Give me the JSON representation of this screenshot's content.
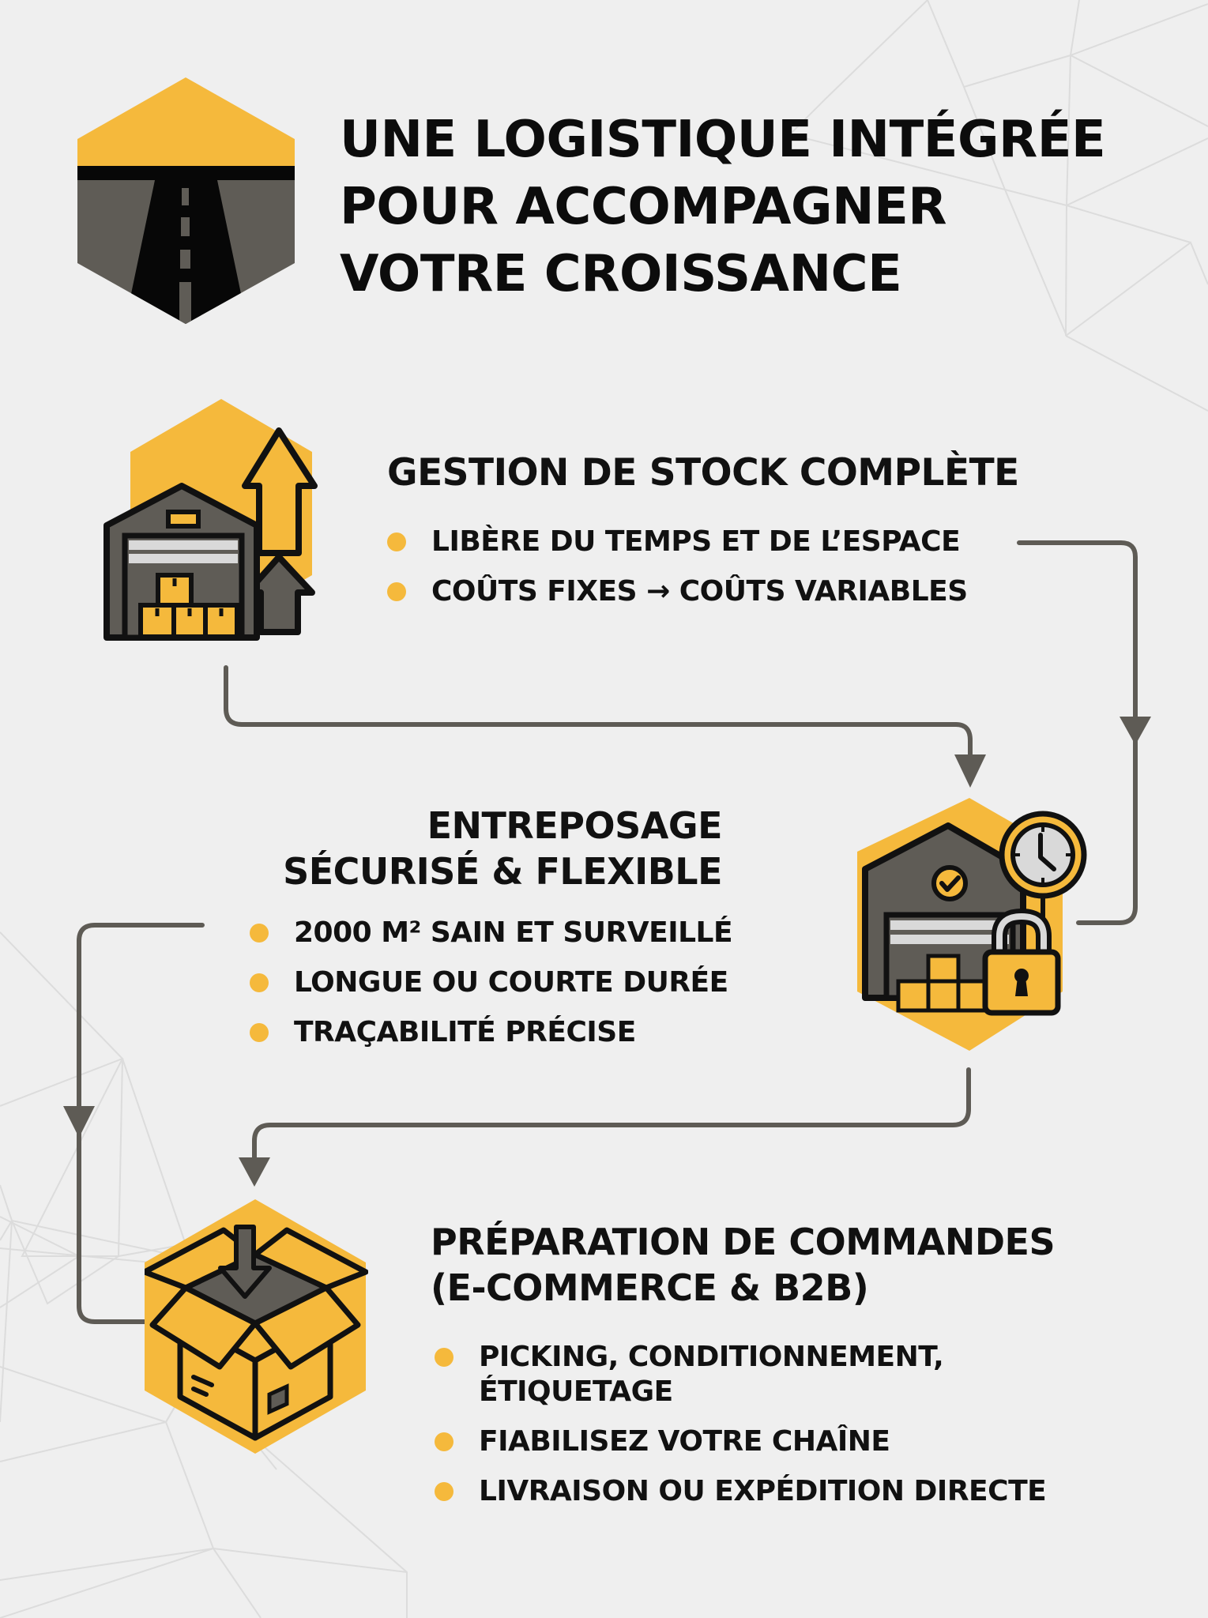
{
  "colors": {
    "background": "#efefef",
    "accent_yellow": "#f5b93c",
    "dark_gray": "#5f5c56",
    "black": "#111111",
    "connector_gray": "#5e5b55",
    "light_gray": "#d9d9d9",
    "bg_lines": "#dadada"
  },
  "header": {
    "logo_icon": "road-hexagon-icon",
    "title_lines": [
      "UNE LOGISTIQUE INTÉGRÉE",
      "POUR ACCOMPAGNER",
      "VOTRE CROISSANCE"
    ]
  },
  "sections": [
    {
      "icon": "warehouse-growth-arrows-icon",
      "heading_lines": [
        "GESTION DE STOCK COMPLÈTE"
      ],
      "bullets": [
        {
          "text": "LIBÈRE DU TEMPS ET DE L’ESPACE"
        },
        {
          "text": "COÛTS FIXES → COÛTS VARIABLES"
        }
      ]
    },
    {
      "icon": "secure-warehouse-clock-lock-icon",
      "heading_lines": [
        "ENTREPOSAGE",
        "SÉCURISÉ & FLEXIBLE"
      ],
      "bullets": [
        {
          "text": "2000 M² SAIN ET SURVEILLÉ"
        },
        {
          "text": "LONGUE OU COURTE DURÉE"
        },
        {
          "text": "TRAÇABILITÉ PRÉCISE"
        }
      ]
    },
    {
      "icon": "open-box-download-icon",
      "heading_lines": [
        "PRÉPARATION DE COMMANDES",
        "(E-COMMERCE & B2B)"
      ],
      "bullets": [
        {
          "text": "PICKING, CONDITIONNEMENT,",
          "text2": "ÉTIQUETAGE"
        },
        {
          "text": "FIABILISEZ VOTRE CHAÎNE"
        },
        {
          "text": "LIVRAISON OU EXPÉDITION DIRECTE"
        }
      ]
    }
  ]
}
